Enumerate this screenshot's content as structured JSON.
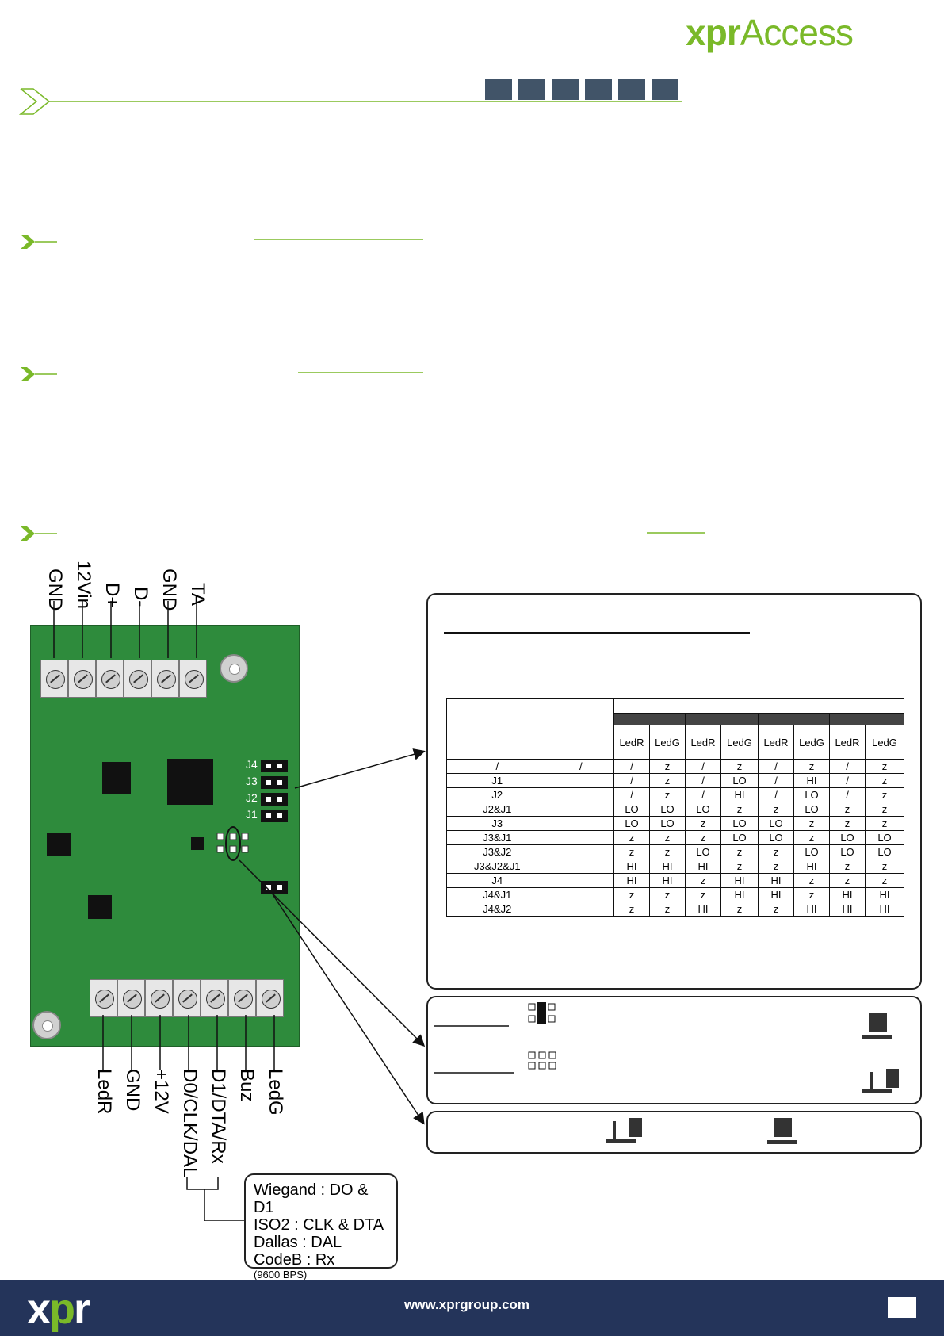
{
  "header": {
    "logo_bold": "xpr",
    "logo_light": "Access"
  },
  "top_connector_labels": [
    "GND",
    "12Vin",
    "D+",
    "D-",
    "GND",
    "TA"
  ],
  "bottom_connector_labels": [
    "LedR",
    "GND",
    "+12V",
    "D0/CLK/DAL",
    "D1/DTA/Rx",
    "Buz",
    "LedG"
  ],
  "jumper_labels": [
    "J4",
    "J3",
    "J2",
    "J1"
  ],
  "jumper_table": {
    "col_headers": [
      "LedR",
      "LedG",
      "LedR",
      "LedG",
      "LedR",
      "LedG",
      "LedR",
      "LedG"
    ],
    "rows": [
      [
        "/",
        "/",
        "/",
        "z",
        "/",
        "z",
        "/",
        "z",
        "/",
        "z"
      ],
      [
        "J1",
        "",
        "/",
        "z",
        "/",
        "LO",
        "/",
        "HI",
        "/",
        "z"
      ],
      [
        "J2",
        "",
        "/",
        "z",
        "/",
        "HI",
        "/",
        "LO",
        "/",
        "z"
      ],
      [
        "J2&J1",
        "",
        "LO",
        "LO",
        "LO",
        "z",
        "z",
        "LO",
        "z",
        "z"
      ],
      [
        "J3",
        "",
        "LO",
        "LO",
        "z",
        "LO",
        "LO",
        "z",
        "z",
        "z"
      ],
      [
        "J3&J1",
        "",
        "z",
        "z",
        "z",
        "LO",
        "LO",
        "z",
        "LO",
        "LO"
      ],
      [
        "J3&J2",
        "",
        "z",
        "z",
        "LO",
        "z",
        "z",
        "LO",
        "LO",
        "LO"
      ],
      [
        "J3&J2&J1",
        "",
        "HI",
        "HI",
        "HI",
        "z",
        "z",
        "HI",
        "z",
        "z"
      ],
      [
        "J4",
        "",
        "HI",
        "HI",
        "z",
        "HI",
        "HI",
        "z",
        "z",
        "z"
      ],
      [
        "J4&J1",
        "",
        "z",
        "z",
        "z",
        "HI",
        "HI",
        "z",
        "HI",
        "HI"
      ],
      [
        "J4&J2",
        "",
        "z",
        "z",
        "HI",
        "z",
        "z",
        "HI",
        "HI",
        "HI"
      ]
    ]
  },
  "code_box": {
    "lines": [
      "Wiegand : DO & D1",
      "ISO2 : CLK & DTA",
      "Dallas : DAL",
      "CodeB : Rx"
    ],
    "note": "(9600 BPS)"
  },
  "footer": {
    "logo_x": "x",
    "logo_p": "p",
    "logo_r": "r",
    "url": "www.xprgroup.com"
  },
  "colors": {
    "accent": "#7ab929",
    "footer_bg": "#24345a",
    "pcb": "#2e8b3c",
    "squares": "#415468"
  }
}
